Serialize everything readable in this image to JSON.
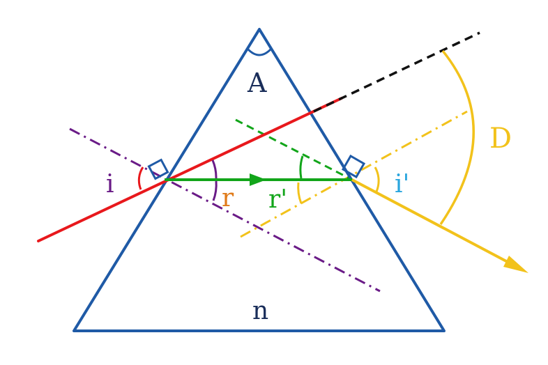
{
  "labels": {
    "apex": "A",
    "index": "n",
    "incidence": "i",
    "refraction_first": "r",
    "refraction_second": "r'",
    "emergence": "i'",
    "deviation": "D"
  },
  "colors": {
    "prism": "#1f5aa6",
    "incident_ray": "#e8181c",
    "internal_ray": "#12a51a",
    "emergent_ray": "#f2c21b",
    "normal_first": "#6a1b87",
    "normal_second": "#f2c21b",
    "extension": "#111111",
    "label_apex": "#1a2e5a",
    "label_i": "#6a1b87",
    "label_r": "#e07b1a",
    "label_r_prime": "#12a51a",
    "label_i_prime": "#2aa6de",
    "label_D": "#f2c21b"
  }
}
